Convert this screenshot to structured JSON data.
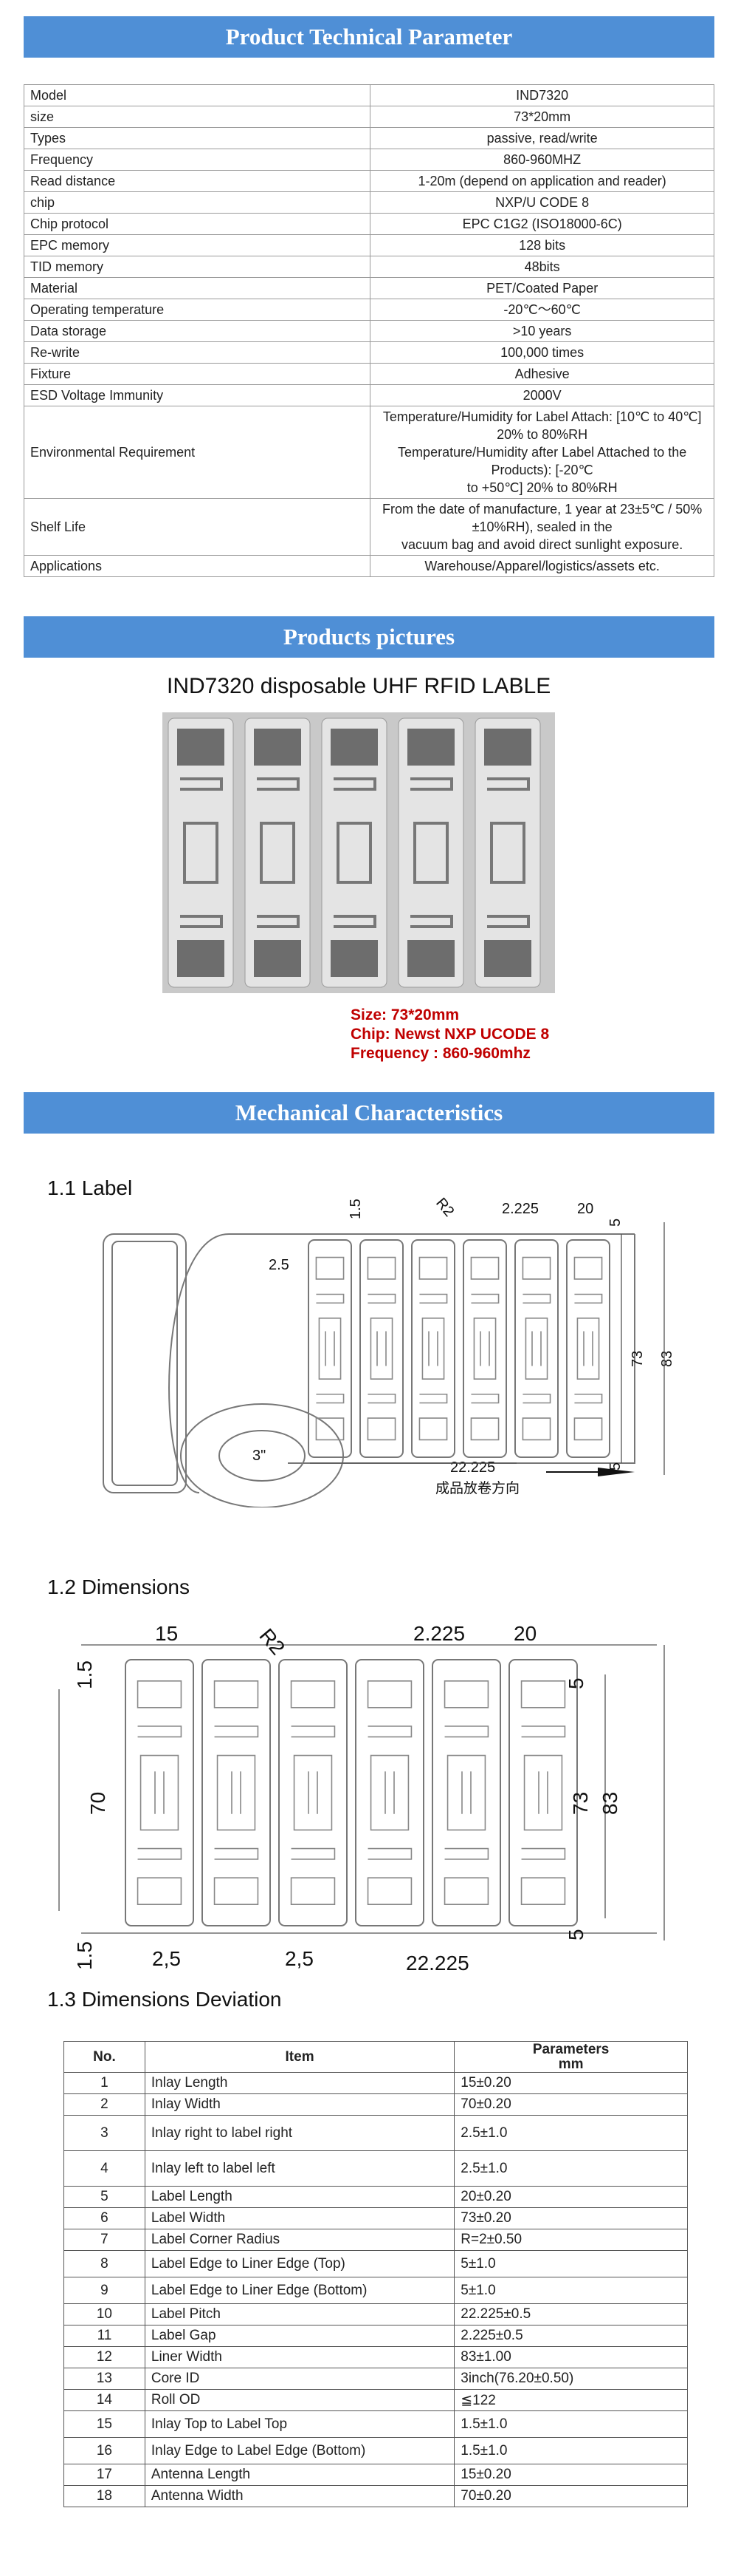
{
  "sections": {
    "tech_title": "Product Technical Parameter",
    "pictures_title": "Products pictures",
    "mech_title": "Mechanical Characteristics"
  },
  "spec_table": [
    [
      "Model",
      "IND7320"
    ],
    [
      "size",
      "73*20mm"
    ],
    [
      "Types",
      "passive, read/write"
    ],
    [
      "Frequency",
      "860-960MHZ"
    ],
    [
      "Read distance",
      "1-20m (depend on application and reader)"
    ],
    [
      "chip",
      "NXP/U CODE 8"
    ],
    [
      "Chip protocol",
      "EPC C1G2 (ISO18000-6C)"
    ],
    [
      "EPC memory",
      "128 bits"
    ],
    [
      "TID memory",
      "48bits"
    ],
    [
      "Material",
      "PET/Coated Paper"
    ],
    [
      "Operating temperature",
      "-20℃～60℃"
    ],
    [
      "Data storage",
      ">10 years"
    ],
    [
      "Re-write",
      "100,000 times"
    ],
    [
      "Fixture",
      "Adhesive"
    ],
    [
      "ESD Voltage Immunity",
      "2000V"
    ],
    [
      "Environmental Requirement",
      "Temperature/Humidity for Label Attach: [10℃  to 40℃] 20% to 80%RH\nTemperature/Humidity after Label Attached to the Products): [-20℃\nto +50℃] 20% to 80%RH"
    ],
    [
      "Shelf Life",
      "From the date of manufacture, 1 year at 23±5℃  / 50%±10%RH), sealed in the\nvacuum bag and avoid direct sunlight exposure."
    ],
    [
      "Applications",
      "Warehouse/Apparel/logistics/assets etc."
    ]
  ],
  "product_photo": {
    "title": "IND7320 disposable UHF RFID LABLE",
    "caption_size": "Size: 73*20mm",
    "caption_chip": "Chip: Newst NXP UCODE 8",
    "caption_freq": "Frequency : 860-960mhz"
  },
  "label_section": {
    "heading": "1.1 Label",
    "dim_15": "1.5",
    "dim_r2": "R2",
    "dim_2225": "2.225",
    "dim_20": "20",
    "dim_5a": "5",
    "dim_73": "73",
    "dim_83": "83",
    "dim_5b": "5",
    "dim_25": "2.5",
    "dim_22225": "22.225",
    "core": "3\"",
    "direction": "成品放卷方向"
  },
  "dimensions_section": {
    "heading": "1.2 Dimensions",
    "dim_15top": "1.5",
    "dim_15": "15",
    "dim_r2": "R2",
    "dim_2225": "2.225",
    "dim_20": "20",
    "dim_5a": "5",
    "dim_70": "70",
    "dim_73": "73",
    "dim_83": "83",
    "dim_5b": "5",
    "dim_15bottom": "1.5",
    "dim_25a": "2,5",
    "dim_25b": "2,5",
    "dim_22225": "22.225"
  },
  "deviation_section": {
    "heading": "1.3 Dimensions Deviation",
    "headers": [
      "No.",
      "Item",
      "Parameters\nmm"
    ],
    "rows": [
      [
        "1",
        "Inlay Length",
        "15±0.20"
      ],
      [
        "2",
        "Inlay Width",
        "70±0.20"
      ],
      [
        "3",
        "Inlay right to label right",
        "2.5±1.0"
      ],
      [
        "4",
        "Inlay left to label left",
        "2.5±1.0"
      ],
      [
        "5",
        "Label Length",
        "20±0.20"
      ],
      [
        "6",
        "Label Width",
        "73±0.20"
      ],
      [
        "7",
        "Label Corner Radius",
        "R=2±0.50"
      ],
      [
        "8",
        "Label Edge to Liner Edge (Top)",
        "5±1.0"
      ],
      [
        "9",
        "Label Edge to Liner Edge (Bottom)",
        "5±1.0"
      ],
      [
        "10",
        "Label Pitch",
        "22.225±0.5"
      ],
      [
        "11",
        "Label Gap",
        "2.225±0.5"
      ],
      [
        "12",
        "Liner Width",
        "83±1.00"
      ],
      [
        "13",
        "Core ID",
        "3inch(76.20±0.50)"
      ],
      [
        "14",
        "Roll OD",
        "≦122"
      ],
      [
        "15",
        "Inlay Top to Label Top",
        "1.5±1.0"
      ],
      [
        "16",
        "Inlay Edge to Label Edge (Bottom)",
        "1.5±1.0"
      ],
      [
        "17",
        "Antenna Length",
        "15±0.20"
      ],
      [
        "18",
        "Antenna Width",
        "70±0.20"
      ]
    ]
  }
}
